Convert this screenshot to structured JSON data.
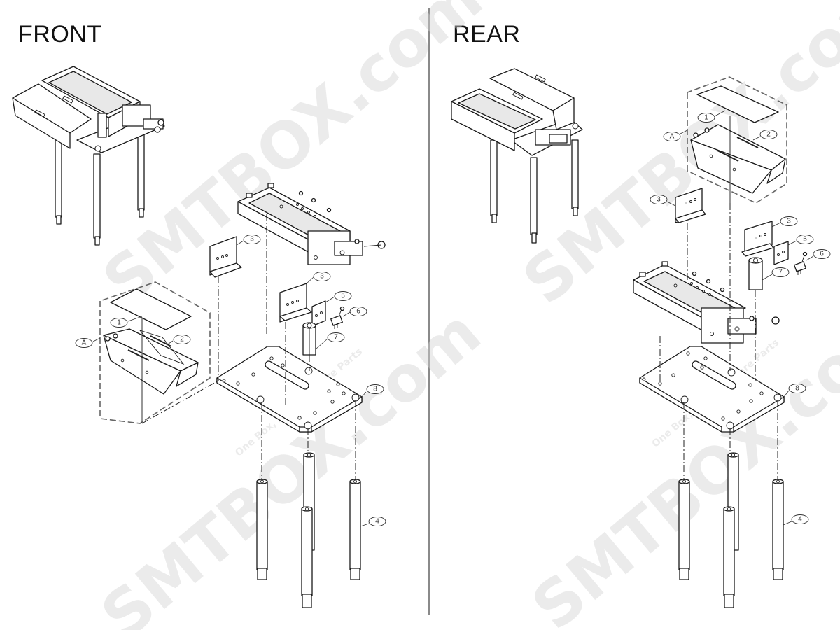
{
  "views": {
    "front": {
      "title": "FRONT"
    },
    "rear": {
      "title": "REAR"
    }
  },
  "callouts": {
    "front": [
      {
        "id": "A",
        "label": "A",
        "part": "sub-assembly (cover + tray)"
      },
      {
        "id": "1",
        "label": "1",
        "part": "cover plate"
      },
      {
        "id": "2",
        "label": "2",
        "part": "tray"
      },
      {
        "id": "3a",
        "label": "3",
        "part": "bracket"
      },
      {
        "id": "3b",
        "label": "3",
        "part": "bracket"
      },
      {
        "id": "5",
        "label": "5",
        "part": "spacer plate"
      },
      {
        "id": "6",
        "label": "6",
        "part": "micro switch"
      },
      {
        "id": "7",
        "label": "7",
        "part": "hex standoff"
      },
      {
        "id": "8",
        "label": "8",
        "part": "base plate"
      },
      {
        "id": "4",
        "label": "4",
        "part": "support leg"
      }
    ],
    "rear": [
      {
        "id": "A",
        "label": "A",
        "part": "sub-assembly (cover + tray)"
      },
      {
        "id": "1",
        "label": "1",
        "part": "cover plate"
      },
      {
        "id": "2",
        "label": "2",
        "part": "tray"
      },
      {
        "id": "3a",
        "label": "3",
        "part": "bracket"
      },
      {
        "id": "3b",
        "label": "3",
        "part": "bracket"
      },
      {
        "id": "5",
        "label": "5",
        "part": "spacer plate"
      },
      {
        "id": "6",
        "label": "6",
        "part": "micro switch"
      },
      {
        "id": "7",
        "label": "7",
        "part": "hex standoff"
      },
      {
        "id": "8",
        "label": "8",
        "part": "base plate"
      },
      {
        "id": "4",
        "label": "4",
        "part": "support leg"
      }
    ]
  },
  "watermark": {
    "brand": "SMTBOX.com",
    "tagline": "One Box, All SMT Spare Parts"
  }
}
